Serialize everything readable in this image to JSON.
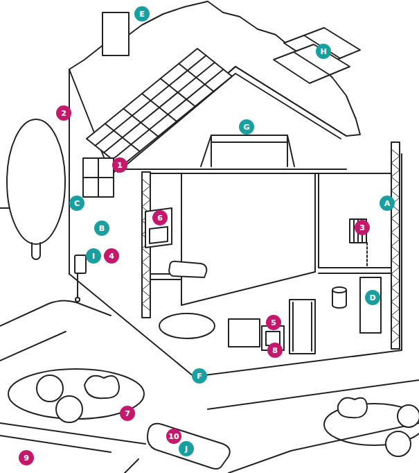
{
  "diagram": {
    "nodes": [
      {
        "text": [
          "E"
        ]
      },
      {
        "text": [
          "H"
        ]
      },
      {
        "text": [
          "2"
        ]
      },
      {
        "text": [
          "G"
        ]
      },
      {
        "text": [
          "1"
        ]
      },
      {
        "text": [
          "C"
        ]
      },
      {
        "text": [
          "A"
        ]
      },
      {
        "text": [
          "6"
        ]
      },
      {
        "text": [
          "3"
        ]
      },
      {
        "text": [
          "B"
        ]
      },
      {
        "text": [
          "I"
        ]
      },
      {
        "text": [
          "4"
        ]
      },
      {
        "text": [
          "D"
        ]
      },
      {
        "text": [
          "5"
        ]
      },
      {
        "text": [
          "8"
        ]
      },
      {
        "text": [
          "F"
        ]
      },
      {
        "text": [
          "7"
        ]
      },
      {
        "text": [
          "10"
        ]
      },
      {
        "text": [
          "J"
        ]
      },
      {
        "text": [
          "9"
        ]
      }
    ]
  }
}
